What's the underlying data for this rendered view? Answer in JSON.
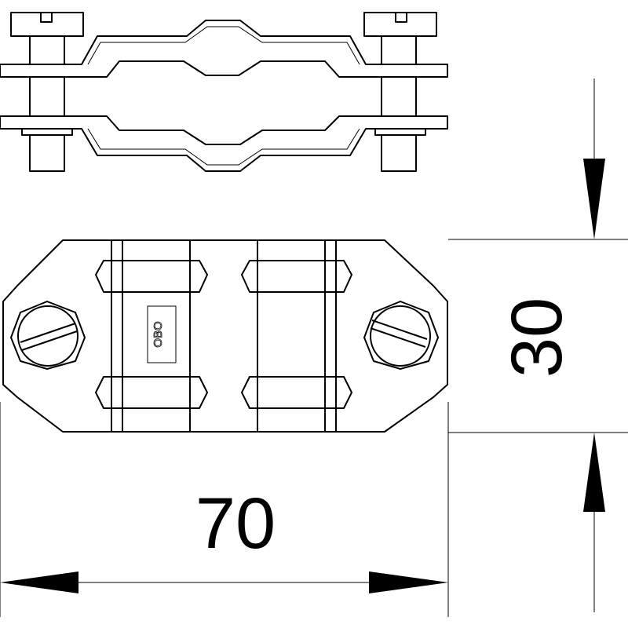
{
  "dimensions": {
    "width_label": "70",
    "height_label": "30"
  },
  "logo_text": "OBO"
}
